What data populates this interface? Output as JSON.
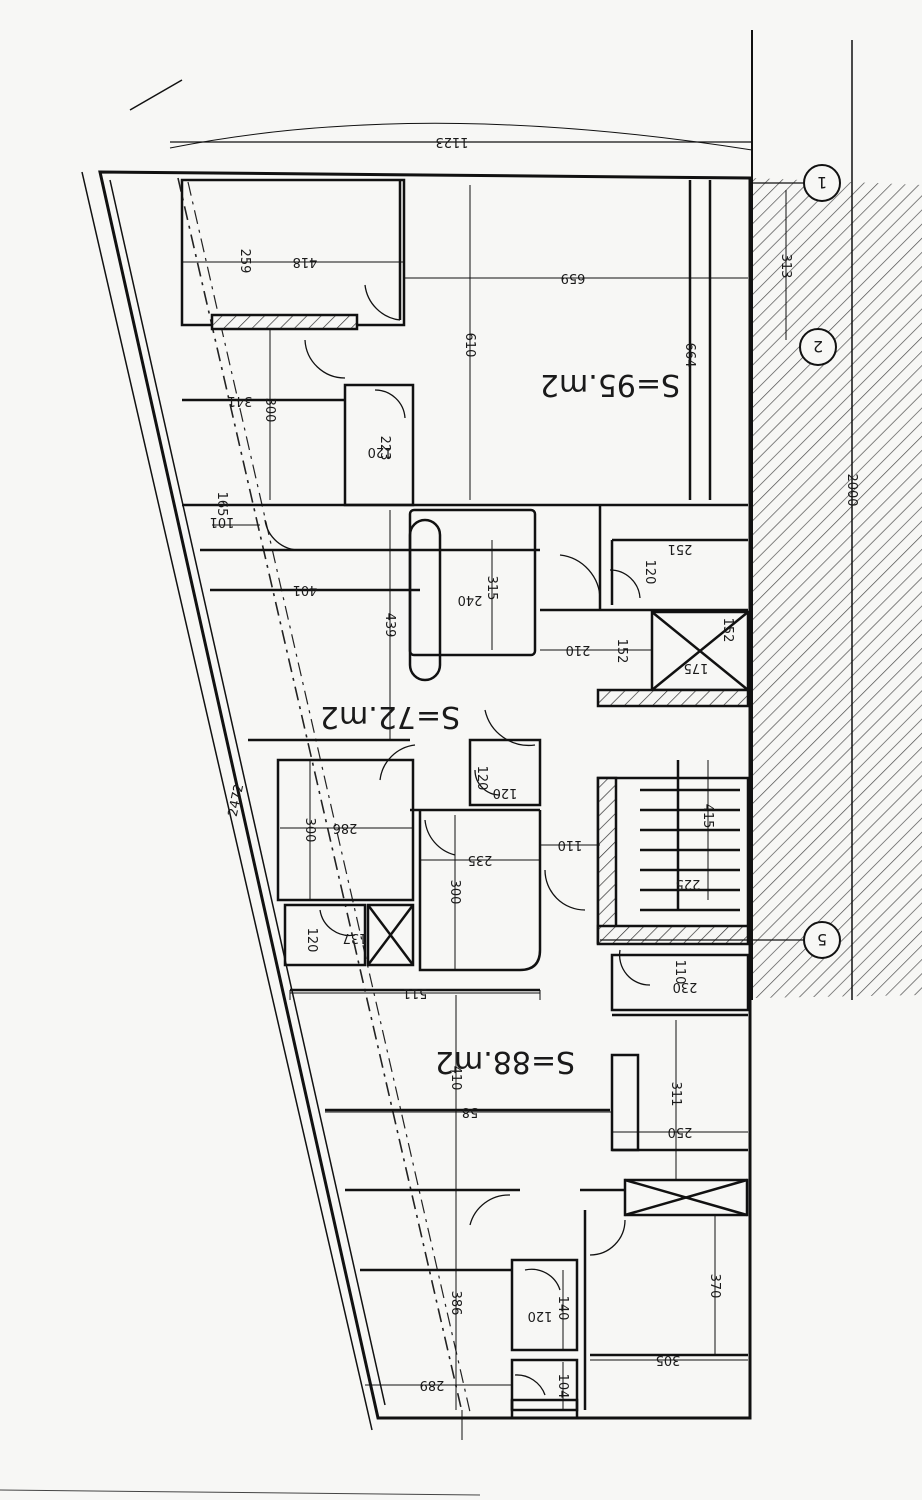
{
  "plan": {
    "areas": {
      "upper": "S=95.m2",
      "middle": "S=72.m2",
      "lower": "S=88.m2"
    },
    "grid_markers": [
      "1",
      "2",
      "5"
    ],
    "overall_dims": {
      "top_width": "1123",
      "side_length": "2000",
      "slanted_length": "2472"
    },
    "dims": {
      "d313": "313",
      "d259": "259",
      "d418": "418",
      "d659": "659",
      "d610": "610",
      "d664": "664",
      "d300a": "300",
      "d341": "341",
      "d223": "223",
      "d120a": "120",
      "d165": "165",
      "d101": "101",
      "d251": "251",
      "d120b": "120",
      "d401": "401",
      "d315": "315",
      "d240": "240",
      "d439": "439",
      "d152a": "152",
      "d152b": "152",
      "d210": "210",
      "d175": "175",
      "d120c": "120",
      "d120d": "120",
      "d415": "415",
      "d300b": "300",
      "d286": "286",
      "d110": "110",
      "d235": "235",
      "d300c": "300",
      "d225": "225",
      "d137": "137",
      "d120e": "120",
      "d511": "511",
      "d110b": "110",
      "d230": "230",
      "d311": "311",
      "d410": "410",
      "d58": "58",
      "d250": "250",
      "d289": "289",
      "d386": "386",
      "d140": "140",
      "d120f": "120",
      "d370": "370",
      "d305": "305",
      "d104": "104"
    }
  }
}
